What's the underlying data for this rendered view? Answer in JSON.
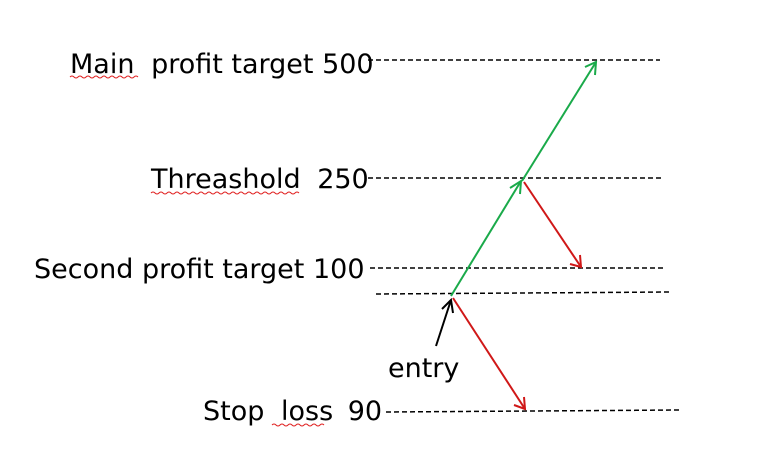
{
  "labels": {
    "main_target": {
      "word": "Main",
      "rest": "profit target 500"
    },
    "threshold": {
      "word": "Threashold",
      "rest": "250"
    },
    "second_target": {
      "text": "Second profit target 100"
    },
    "stop_loss": {
      "text1": "Stop",
      "word": "loss",
      "text2": "90"
    },
    "entry": {
      "text": "entry"
    }
  },
  "colors": {
    "up_arrow": "#1aaa4a",
    "down_arrow": "#d01818",
    "pointer_arrow": "#000000",
    "spellcheck": "#e02020"
  }
}
